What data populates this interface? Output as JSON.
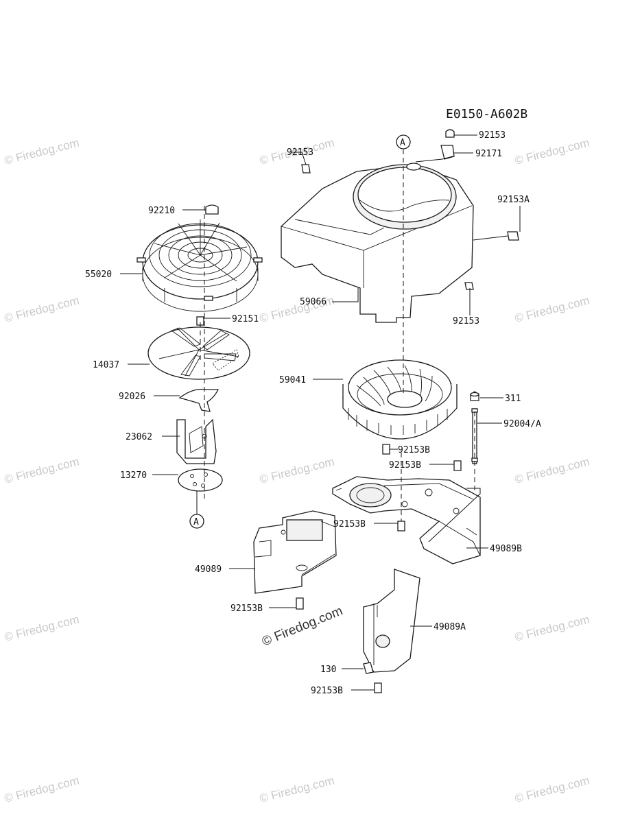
{
  "diagram": {
    "code": "E0150-A602B",
    "ref_marker": "A",
    "watermark": "© Firedog.com",
    "parts": {
      "p92153_top": "92153",
      "p92171": "92171",
      "p92153_left": "92153",
      "p92153A": "92153A",
      "p92210": "92210",
      "p55020": "55020",
      "p59066": "59066",
      "p92153_right": "92153",
      "p92151": "92151",
      "p14037": "14037",
      "p59041": "59041",
      "p311": "311",
      "p92026": "92026",
      "p92004A": "92004/A",
      "p23062": "23062",
      "p92153B_1": "92153B",
      "p92153B_2": "92153B",
      "p13270": "13270",
      "p92153B_3": "92153B",
      "p49089B": "49089B",
      "p49089": "49089",
      "p92153B_4": "92153B",
      "p49089A": "49089A",
      "p130": "130",
      "p92153B_5": "92153B"
    }
  }
}
